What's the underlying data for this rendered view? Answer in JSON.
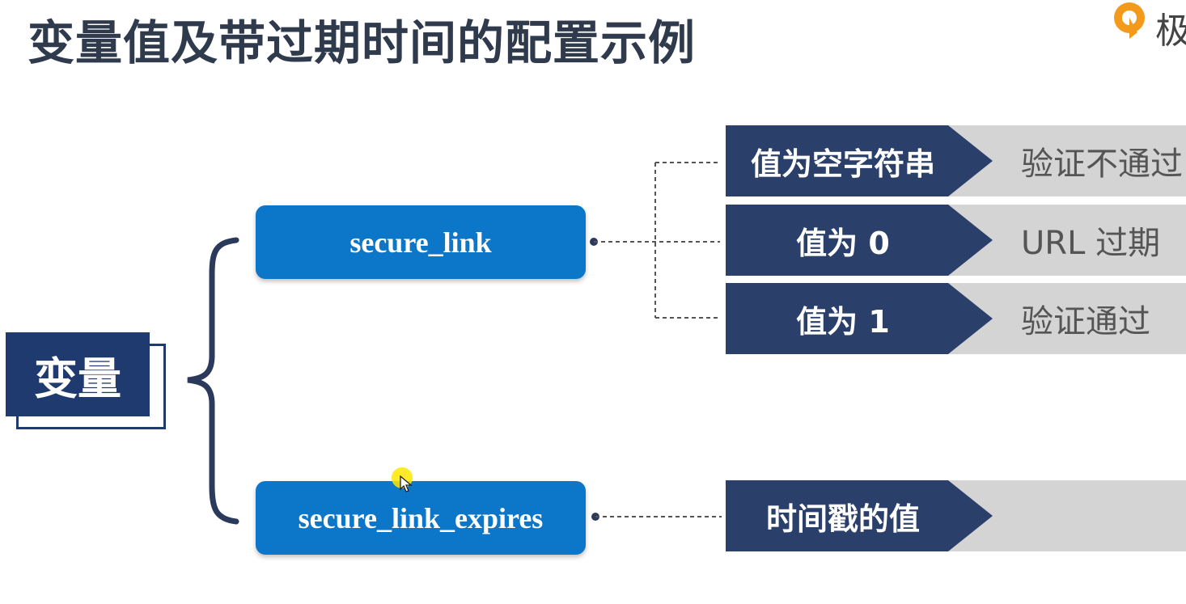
{
  "title": "变量值及带过期时间的配置示例",
  "logo": {
    "icon": "orange-q-logo-icon",
    "text": "极"
  },
  "root": {
    "label": "变量"
  },
  "variables": [
    {
      "name": "secure_link",
      "rows": [
        {
          "condition": "值为空字符串",
          "result": "验证不通过"
        },
        {
          "condition": "值为 0",
          "result": "URL 过期"
        },
        {
          "condition": "值为 1",
          "result": "验证通过"
        }
      ]
    },
    {
      "name": "secure_link_expires",
      "rows": [
        {
          "condition": "时间戳的值",
          "result": ""
        }
      ]
    }
  ],
  "colors": {
    "title": "#2f3a4d",
    "navy": "#2b3f6b",
    "blue": "#0c76c9",
    "gray": "#d4d4d4",
    "root": "#1f3a6e",
    "logo_orange": "#f39a1d"
  }
}
